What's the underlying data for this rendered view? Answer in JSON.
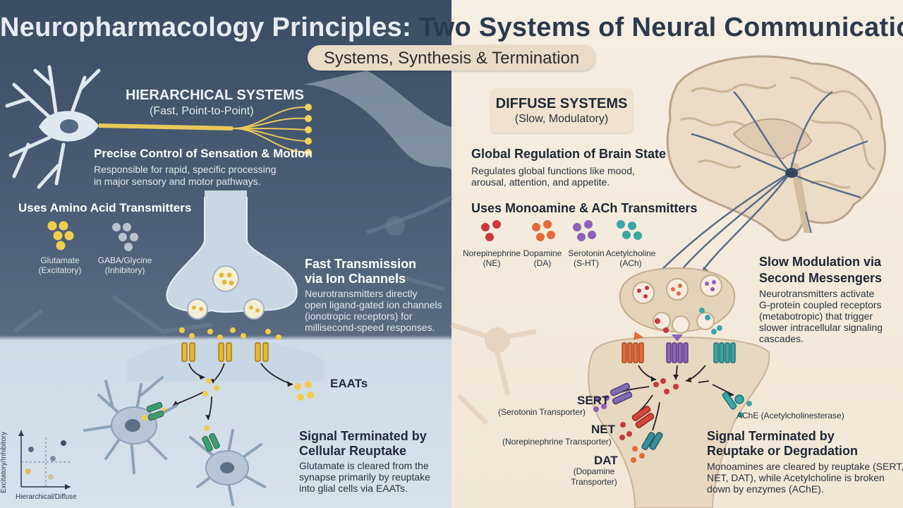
{
  "title": {
    "left": "Neuropharmacology Principles:",
    "right": "Two Systems of Neural Communication"
  },
  "subtitle": "Systems, Synthesis & Termination",
  "hierarchical": {
    "heading": "HIERARCHICAL SYSTEMS",
    "subheading": "(Fast, Point-to-Point)",
    "control_title": "Precise Control of Sensation & Motion",
    "control_body": [
      "Responsible for rapid, specific processing",
      "in major sensory and motor pathways."
    ],
    "transmitters_title": "Uses Amino Acid Transmitters",
    "transmitters": [
      {
        "name": "Glutamate",
        "role": "(Excitatory)",
        "color": "#f1cd4c"
      },
      {
        "name": "GABA/Glycine",
        "role": "(Inhibitory)",
        "color": "#aab5c0"
      }
    ],
    "transmission_title": [
      "Fast Transmission",
      "via Ion Channels"
    ],
    "transmission_body": [
      "Neurotransmitters directly",
      "open ligand-gated ion channels",
      "(ionotropic receptors) for",
      "millisecond-speed responses."
    ],
    "eaat_label": "EAATs",
    "termination_title": [
      "Signal Terminated by",
      "Cellular Reuptake"
    ],
    "termination_body": [
      "Glutamate is cleared from the",
      "synapse primarily by reuptake",
      "into glial cells via EAATs."
    ]
  },
  "diffuse": {
    "heading": "DIFFUSE SYSTEMS",
    "subheading": "(Slow, Modulatory)",
    "regulation_title": "Global Regulation of Brain State",
    "regulation_body": [
      "Regulates global functions like mood,",
      "arousal, attention, and appetite."
    ],
    "transmitters_title": "Uses Monoamine & ACh Transmitters",
    "transmitters": [
      {
        "name": "Norepinephrine",
        "abbr": "(NE)",
        "color": "#c8393d"
      },
      {
        "name": "Dopamine",
        "abbr": "(DA)",
        "color": "#e36b3a"
      },
      {
        "name": "Serotonin",
        "abbr": "(S-HT)",
        "color": "#8d62b8"
      },
      {
        "name": "Acetylcholine",
        "abbr": "(ACh)",
        "color": "#3aa6a6"
      }
    ],
    "modulation_title": [
      "Slow Modulation via",
      "Second Messengers"
    ],
    "modulation_body": [
      "Neurotransmitters activate",
      "G-protein coupled receptors",
      "(metabotropic) that trigger",
      "slower intracellular signaling",
      "cascades."
    ],
    "transporters": [
      {
        "abbr": "SERT",
        "full": [
          "(Serotonin Transporter)"
        ]
      },
      {
        "abbr": "NET",
        "full": [
          "(Norepinephrine Transporter)"
        ]
      },
      {
        "abbr": "DAT",
        "full": [
          "(Dopamine",
          "Transporter)"
        ]
      }
    ],
    "enzyme_label": "AChE (Acetylcholinesterase)",
    "termination_title": [
      "Signal Terminated by",
      "Reuptake or Degradation"
    ],
    "termination_body": [
      "Monoamines are cleared by reuptake (SERT,",
      "NET, DAT), while Acetylcholine is broken",
      "down by enzymes (AChE)."
    ]
  },
  "mini_plot": {
    "y_label": "Excitatory/Inhibitory",
    "x_label": "Hierarchical/Diffuse"
  }
}
